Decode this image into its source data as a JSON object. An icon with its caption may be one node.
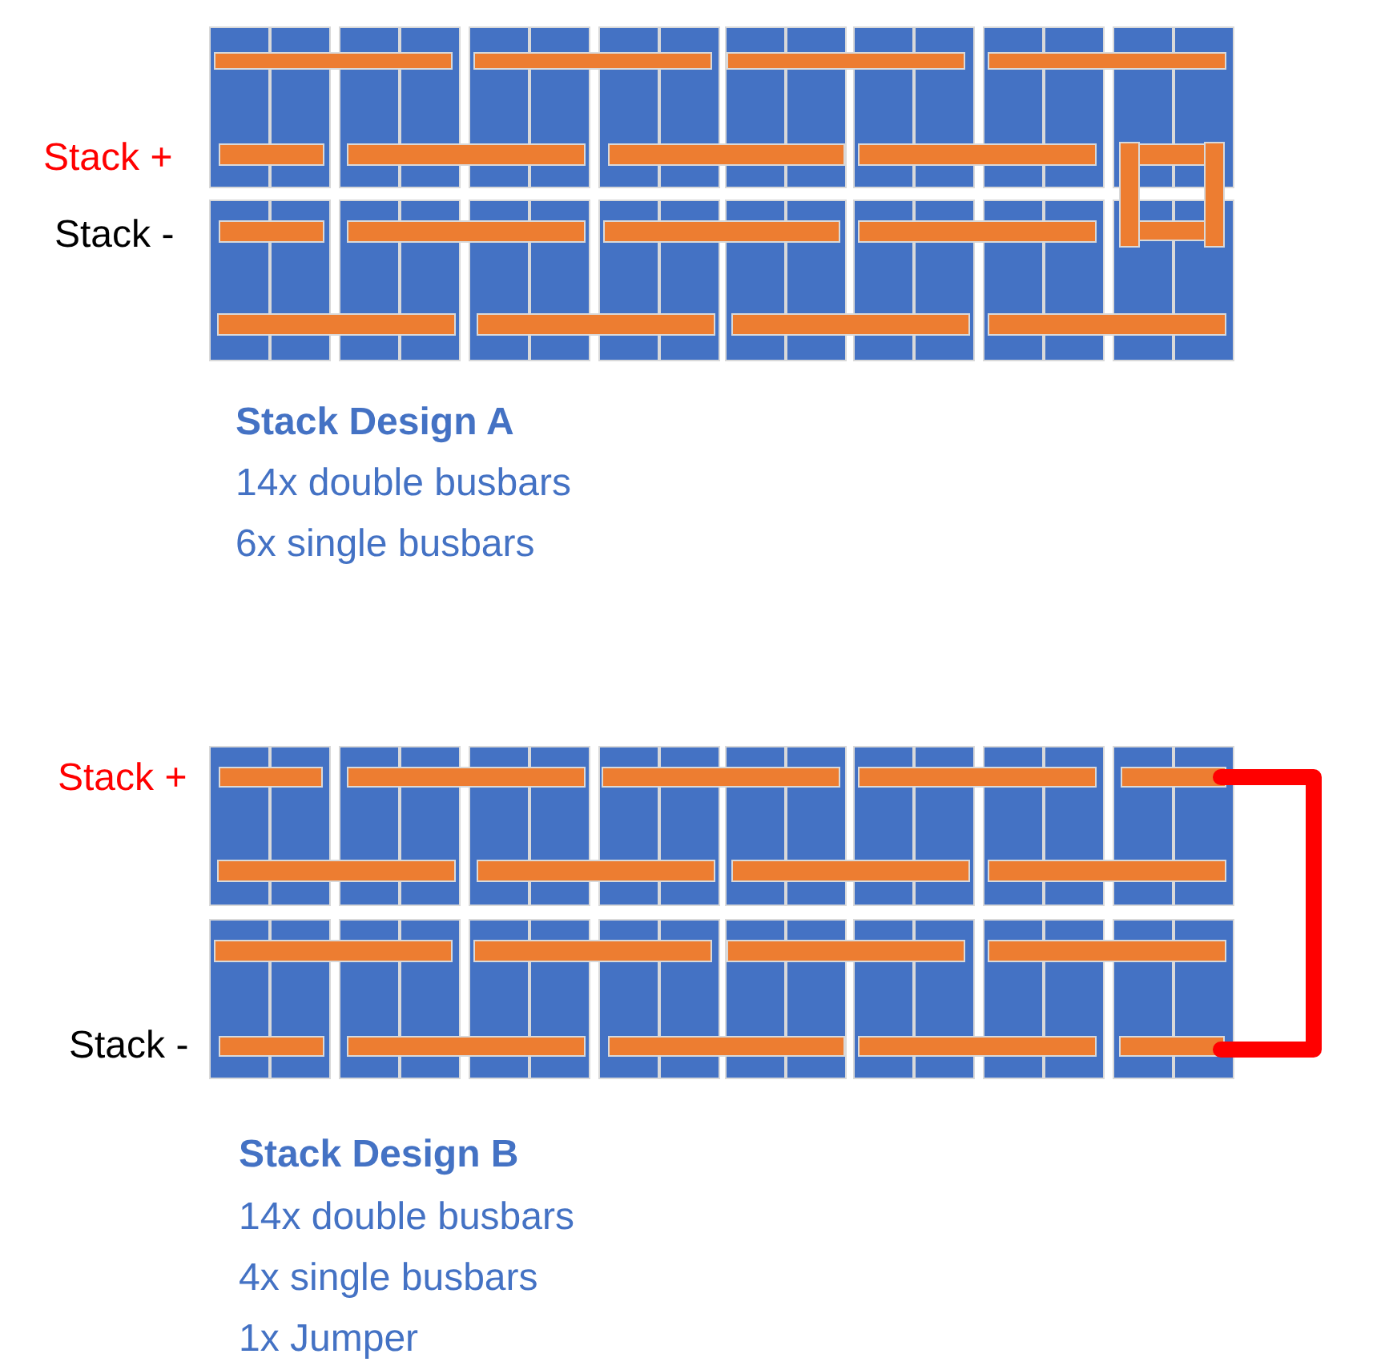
{
  "diagram": {
    "labels": [
      "Stack +",
      "Stack -",
      "Stack Design A",
      "14x double busbars",
      "6x single busbars",
      "Stack +",
      "Stack -",
      "Stack Design B",
      "14x double busbars",
      "4x single busbars",
      "1x Jumper"
    ]
  }
}
